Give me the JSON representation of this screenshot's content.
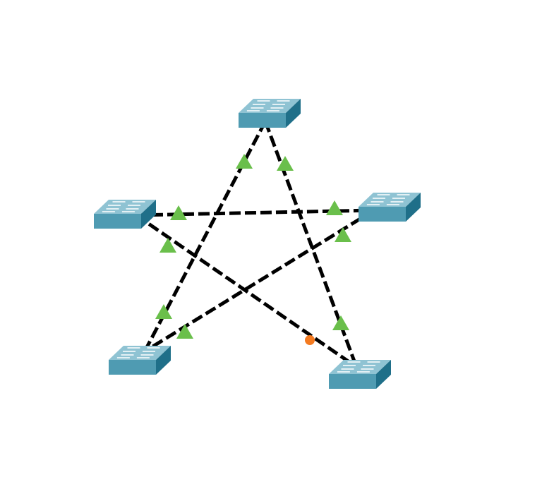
{
  "diagram": {
    "type": "network-topology",
    "device_type": "switch",
    "devices": [
      {
        "id": "switch-top"
      },
      {
        "id": "switch-right"
      },
      {
        "id": "switch-bottom-right"
      },
      {
        "id": "switch-bottom-left"
      },
      {
        "id": "switch-left"
      }
    ],
    "links": [
      {
        "from": "switch-top",
        "to": "switch-bottom-left",
        "from_port_status": "up",
        "to_port_status": "up"
      },
      {
        "from": "switch-top",
        "to": "switch-bottom-right",
        "from_port_status": "up",
        "to_port_status": "up"
      },
      {
        "from": "switch-left",
        "to": "switch-right",
        "from_port_status": "up",
        "to_port_status": "up"
      },
      {
        "from": "switch-right",
        "to": "switch-bottom-left",
        "from_port_status": "up",
        "to_port_status": "up"
      },
      {
        "from": "switch-left",
        "to": "switch-bottom-right",
        "from_port_status": "up",
        "to_port_status": "blocked"
      }
    ],
    "colors": {
      "link": "#000000",
      "port_up": "#6abf4b",
      "port_blocked": "#f47a20",
      "switch_front": "#4f9bb2",
      "switch_top": "#8fc3d3",
      "switch_side": "#1f6f89",
      "switch_arrows": "#ffffff"
    }
  }
}
